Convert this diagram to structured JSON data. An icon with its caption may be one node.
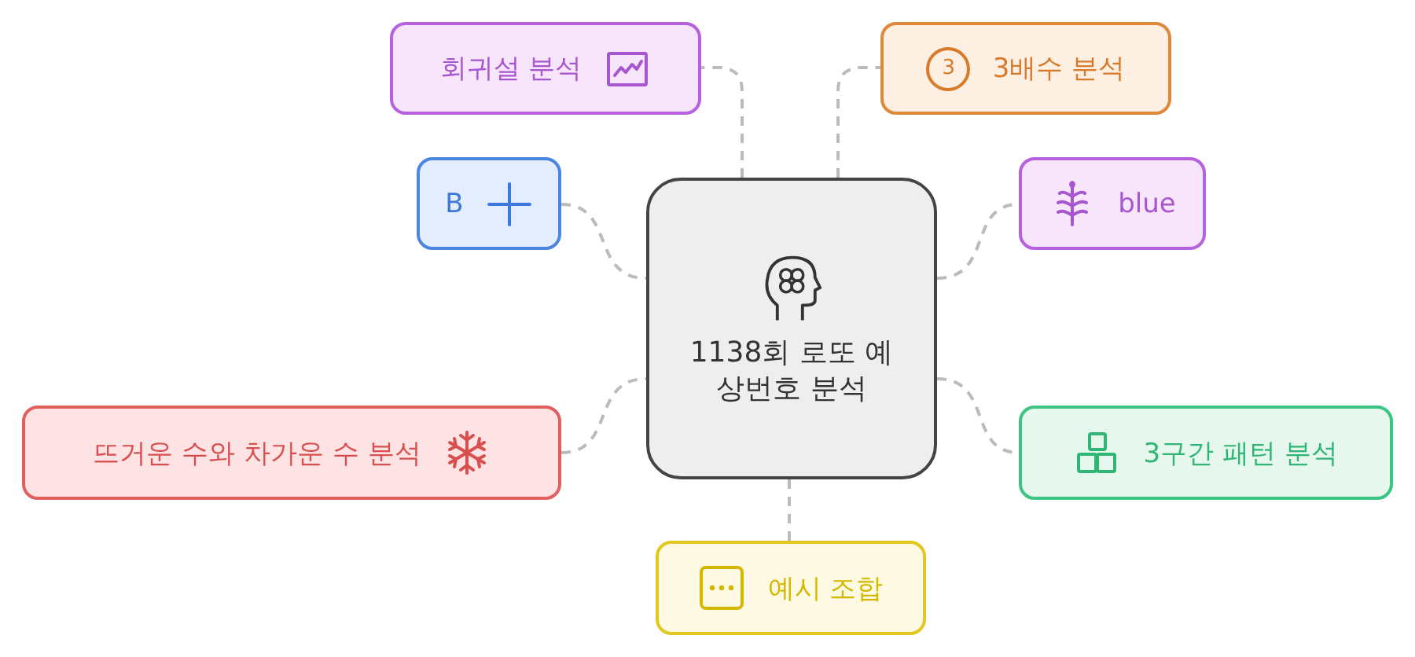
{
  "diagram": {
    "nodes": [
      {
        "text": [
          "1138회 로또 예상번호 분석"
        ]
      },
      {
        "text": [
          "회귀설 분석"
        ]
      },
      {
        "text": [
          "3",
          "3배수 분석"
        ]
      },
      {
        "text": [
          "B"
        ]
      },
      {
        "text": [
          "blue"
        ]
      },
      {
        "text": [
          "뜨거운 수와 차가운 수 분석"
        ]
      },
      {
        "text": [
          "3구간 패턴 분석"
        ]
      },
      {
        "text": [
          "예시 조합"
        ]
      }
    ],
    "edges": [
      {
        "from": 0,
        "to": 1,
        "arrow": "none",
        "style": "dashed"
      },
      {
        "from": 0,
        "to": 2,
        "arrow": "none",
        "style": "dashed"
      },
      {
        "from": 0,
        "to": 3,
        "arrow": "none",
        "style": "dashed"
      },
      {
        "from": 0,
        "to": 4,
        "arrow": "none",
        "style": "dashed"
      },
      {
        "from": 0,
        "to": 5,
        "arrow": "none",
        "style": "dashed"
      },
      {
        "from": 0,
        "to": 6,
        "arrow": "none",
        "style": "dashed"
      },
      {
        "from": 0,
        "to": 7,
        "arrow": "none",
        "style": "dashed"
      }
    ]
  }
}
